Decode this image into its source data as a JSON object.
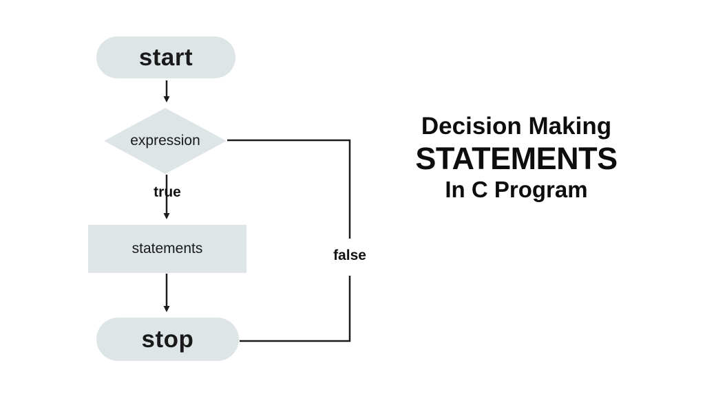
{
  "page": {
    "background": "#ffffff"
  },
  "flowchart": {
    "node_fill": "#dde5e7",
    "line_color": "#1a1a1a",
    "nodes": {
      "start": {
        "label": "start",
        "type": "terminator"
      },
      "expression": {
        "label": "expression",
        "type": "decision"
      },
      "statements": {
        "label": "statements",
        "type": "process"
      },
      "stop": {
        "label": "stop",
        "type": "terminator"
      }
    },
    "edges": {
      "true_label": "true",
      "false_label": "false"
    }
  },
  "title": {
    "color": "#0d0d0d",
    "line1": "Decision Making",
    "line2": "STATEMENTS",
    "line3": "In C Program"
  }
}
